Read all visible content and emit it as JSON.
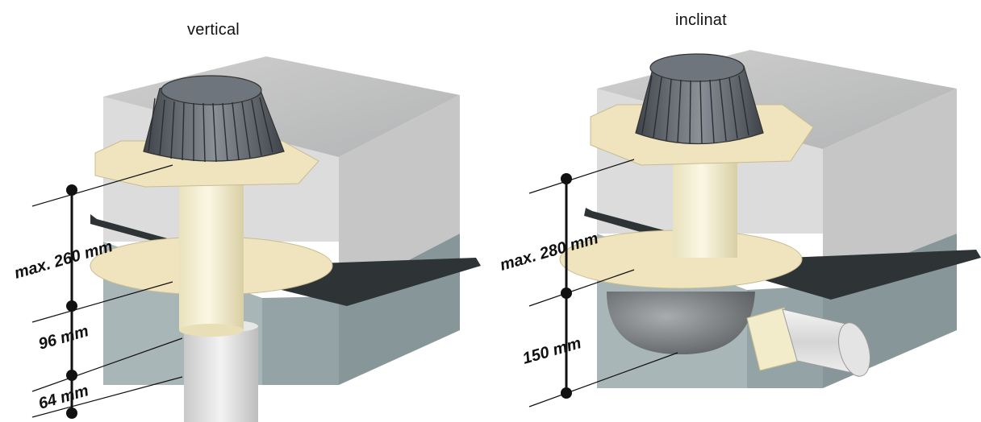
{
  "diagrams": [
    {
      "title": "vertical",
      "dimensions": [
        {
          "label": "max. 260 mm"
        },
        {
          "label": "96 mm"
        },
        {
          "label": "64 mm"
        }
      ]
    },
    {
      "title": "inclinat",
      "dimensions": [
        {
          "label": "max. 280 mm"
        },
        {
          "label": "150 mm"
        }
      ]
    }
  ],
  "colors": {
    "concrete_light": "#d8d8d8",
    "concrete_dark": "#b9babb",
    "insulation": "#9aa8aa",
    "flange": "#efe4bd",
    "pipe": "#f2eccb",
    "membrane": "#2e3336",
    "grate": "#5a5f66",
    "line": "#111111"
  }
}
